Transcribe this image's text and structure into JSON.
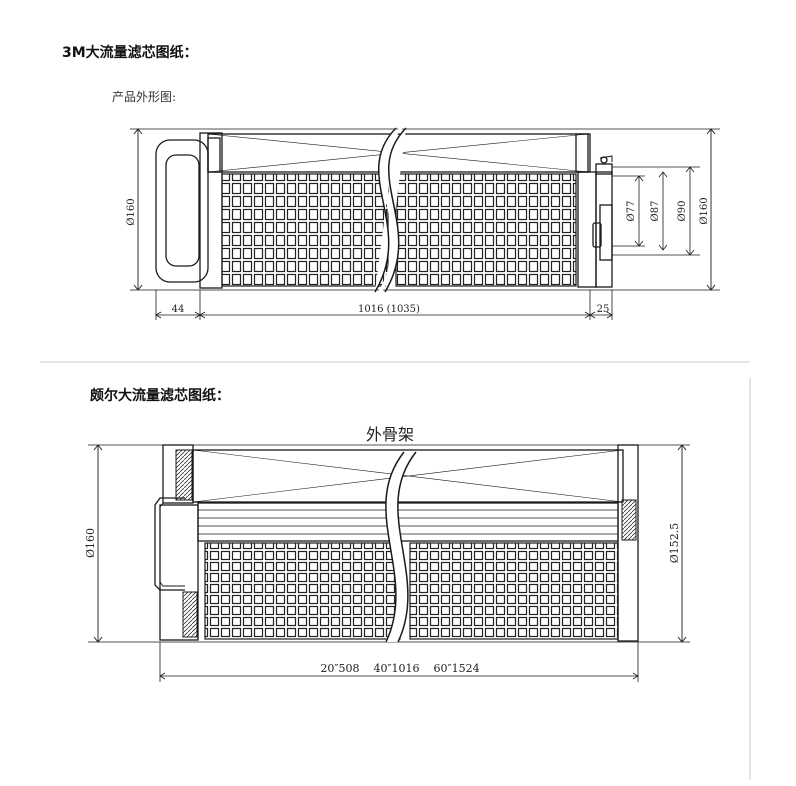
{
  "section_1": {
    "heading": "3M大流量滤芯图纸：",
    "subheading": "产品外形图:",
    "dims": {
      "d_left": "Ø160",
      "d77": "Ø77",
      "d87": "Ø87",
      "d90": "Ø90",
      "d_right": "Ø160",
      "len_44": "44",
      "len_main": "1016 (1035)",
      "len_25": "25"
    }
  },
  "section_2": {
    "heading": "颇尔大流量滤芯图纸：",
    "label_top": "外骨架",
    "dims": {
      "d_left": "Ø160",
      "d_right": "Ø152.5",
      "lengths": "20″508    40″1016    60″1524"
    }
  },
  "colors": {
    "line": "#1a1a1a",
    "divider": "#e4e4e4"
  }
}
